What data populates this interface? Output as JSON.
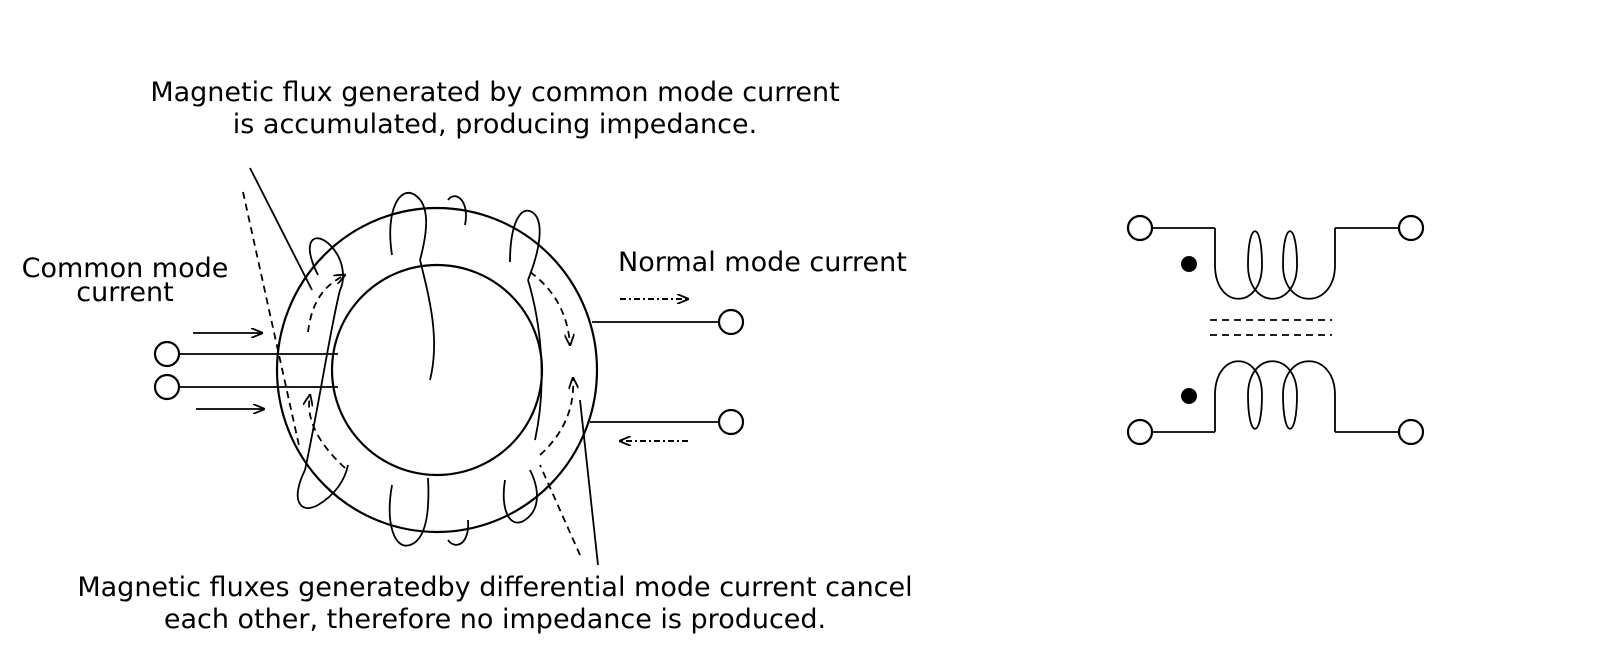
{
  "captions": {
    "top_line1": "Magnetic flux generated by common mode current",
    "top_line2": "is accumulated, producing impedance.",
    "bottom_line1": "Magnetic fluxes generatedby differential mode current cancel",
    "bottom_line2": "each other, therefore no impedance is produced."
  },
  "labels": {
    "common_mode_line1": "Common mode",
    "common_mode_line2": "current",
    "normal_mode": "Normal mode current"
  },
  "colors": {
    "ink": "#000000",
    "background": "#ffffff"
  }
}
